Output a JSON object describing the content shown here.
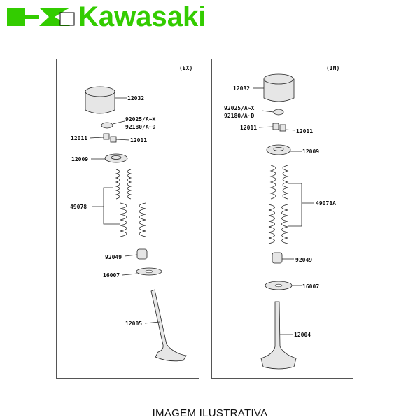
{
  "brand": {
    "name": "Kawasaki",
    "color": "#33cc00"
  },
  "left_panel": {
    "tag": "(EX)",
    "labels": {
      "tappet": "12032",
      "shim1": "92025/A~X",
      "shim2": "92180/A~D",
      "cotter_l": "12011",
      "cotter_r": "12011",
      "retainer": "12009",
      "spring": "49078",
      "seal": "92049",
      "seat": "16007",
      "valve": "12005"
    }
  },
  "right_panel": {
    "tag": "(IN)",
    "labels": {
      "tappet": "12032",
      "shim1": "92025/A~X",
      "shim2": "92180/A~D",
      "cotter_l": "12011",
      "cotter_r": "12011",
      "retainer": "12009",
      "spring": "49078A",
      "seal": "92049",
      "seat": "16007",
      "valve": "12004"
    }
  },
  "caption": "IMAGEM ILUSTRATIVA"
}
